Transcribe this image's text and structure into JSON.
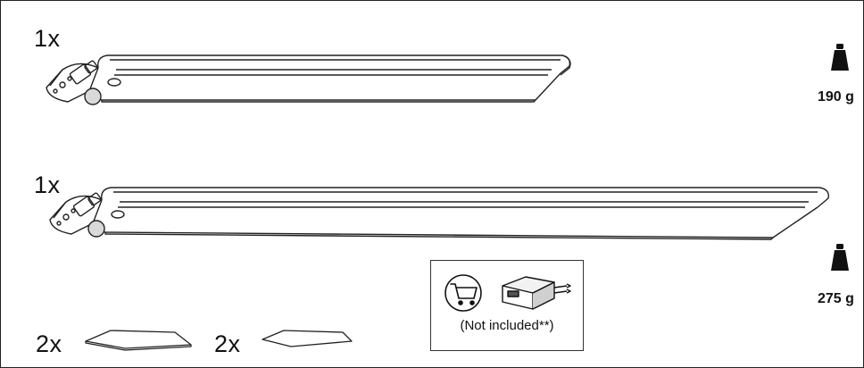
{
  "items": [
    {
      "quantity": "1x",
      "part": "short-light-bar",
      "weight": "190 g"
    },
    {
      "quantity": "1x",
      "part": "long-light-bar",
      "weight": "275 g"
    },
    {
      "quantity": "2x",
      "part": "adhesive-pad"
    },
    {
      "quantity": "2x",
      "part": "adhesive-pad"
    }
  ],
  "power_adapter": {
    "note": "(Not included**)",
    "icons": [
      "shopping-cart-icon",
      "usb-power-adapter-icon"
    ]
  },
  "weight_icon": "weight-icon"
}
